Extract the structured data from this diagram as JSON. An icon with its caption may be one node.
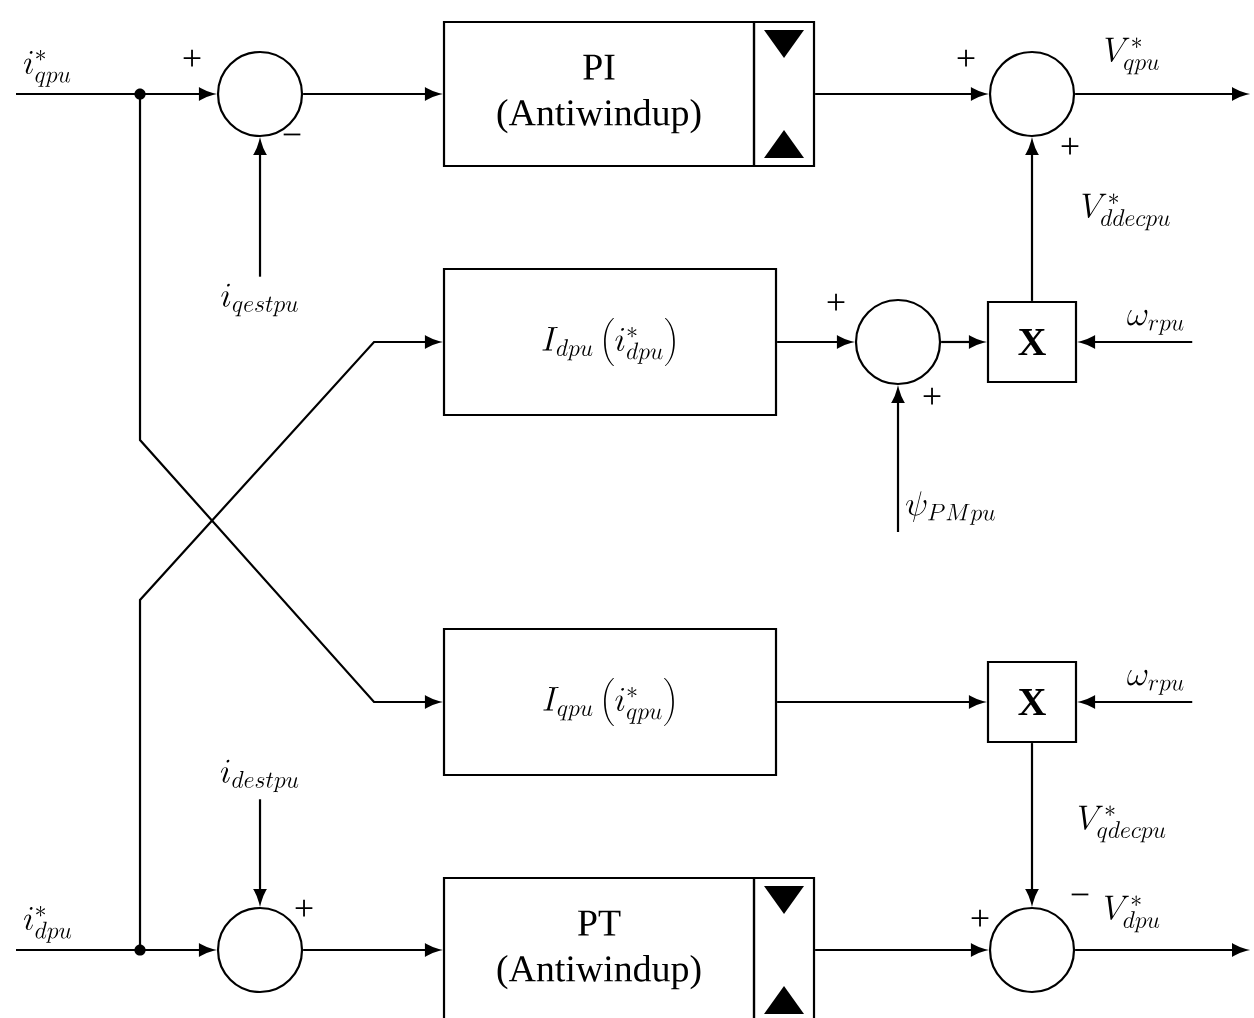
{
  "diagram": {
    "nodes": [
      {
        "text": [
          "i_{qpu}^{*}"
        ]
      },
      {
        "text": [],
        "shape": "circle"
      },
      {
        "text": [
          "PI (Antiwindup)"
        ]
      },
      {
        "text": [],
        "shape": "circle"
      },
      {
        "text": [
          "i_{qestpu}"
        ]
      },
      {
        "text": [
          "I_{dpu}\\left(i_{dpu}^{*}\\right)"
        ]
      },
      {
        "text": [],
        "shape": "circle"
      },
      {
        "text": [
          "X"
        ]
      },
      {
        "text": [
          "\\omega_{rpu}"
        ]
      },
      {
        "text": [
          "\\psi_{PMpu}"
        ]
      },
      {
        "text": [
          "I_{qpu}\\left(i_{qpu}^{*}\\right)"
        ]
      },
      {
        "text": [
          "X"
        ]
      },
      {
        "text": [
          "\\omega_{rpu}"
        ]
      },
      {
        "text": [
          "i_{destpu}"
        ]
      },
      {
        "text": [
          "i_{dpu}^{*}"
        ]
      },
      {
        "text": [],
        "shape": "circle"
      },
      {
        "text": [
          "PT (Antiwindup)"
        ]
      },
      {
        "text": [],
        "shape": "circle"
      }
    ],
    "edges": [
      {
        "from": 0,
        "to": 1,
        "arrow": "to"
      },
      {
        "from": 0,
        "to": 10,
        "arrow": "to"
      },
      {
        "from": 1,
        "to": 2,
        "arrow": "to"
      },
      {
        "from": 4,
        "to": 1,
        "arrow": "to"
      },
      {
        "from": 2,
        "to": 3,
        "arrow": "to"
      },
      {
        "from": 3,
        "to": null,
        "arrow": "to",
        "label": "V_{qpu}^{*}"
      },
      {
        "from": 7,
        "to": 3,
        "arrow": "to",
        "label": "V_{ddecpu}^{*}"
      },
      {
        "from": 5,
        "to": 6,
        "arrow": "to"
      },
      {
        "from": 9,
        "to": 6,
        "arrow": "to"
      },
      {
        "from": 6,
        "to": 7,
        "arrow": "to"
      },
      {
        "from": 8,
        "to": 7,
        "arrow": "to"
      },
      {
        "from": 14,
        "to": 15,
        "arrow": "to"
      },
      {
        "from": 14,
        "to": 5,
        "arrow": "to"
      },
      {
        "from": 13,
        "to": 15,
        "arrow": "to"
      },
      {
        "from": 10,
        "to": 11,
        "arrow": "to"
      },
      {
        "from": 12,
        "to": 11,
        "arrow": "to"
      },
      {
        "from": 11,
        "to": 17,
        "arrow": "to",
        "label": "V_{qdecpu}^{*}"
      },
      {
        "from": 15,
        "to": 16,
        "arrow": "to"
      },
      {
        "from": 16,
        "to": 17,
        "arrow": "to"
      },
      {
        "from": 17,
        "to": null,
        "arrow": "to",
        "label": "V_{dpu}^{*}"
      }
    ],
    "labels": [
      "+",
      "+",
      "−",
      "+",
      "+",
      "+",
      "−",
      "+",
      "+"
    ]
  }
}
